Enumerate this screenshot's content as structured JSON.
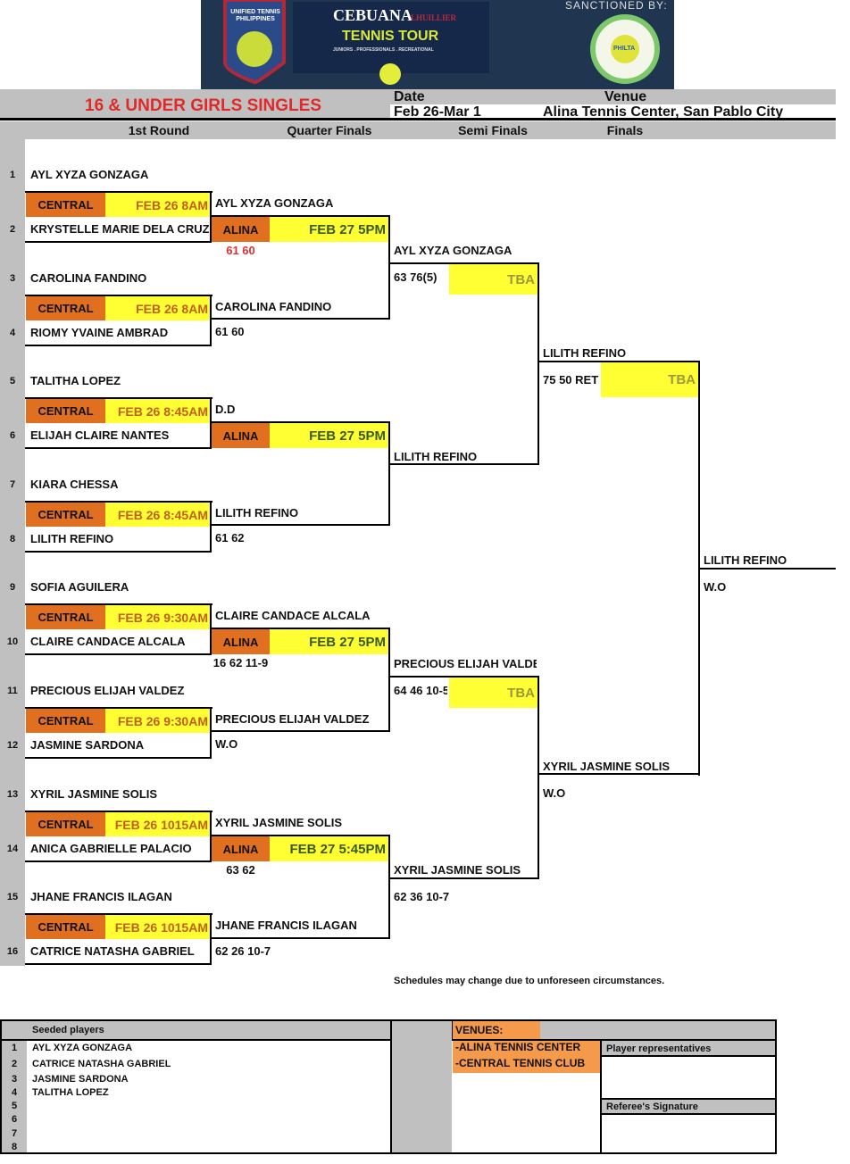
{
  "banner": {
    "left_logo_text": "UNIFIED TENNIS PHILIPPINES",
    "brand": "CEBUANA",
    "brand_sub": "LHUILLIER",
    "tour": "TENNIS TOUR",
    "tagline": "JUNIORS . PROFESSIONALS . RECREATIONAL",
    "sanctioned_by": "SANCTIONED BY:",
    "sanction_logo_text": "PHILTA"
  },
  "header": {
    "title": "16 & UNDER GIRLS SINGLES",
    "date_label": "Date",
    "date_value": "Feb 26-Mar 1",
    "venue_label": "Venue",
    "venue_value": "Alina Tennis Center, San Pablo City"
  },
  "rounds": [
    "1st Round",
    "Quarter Finals",
    "Semi Finals",
    "Finals"
  ],
  "round1": {
    "players": [
      {
        "seed": "1",
        "name": "AYL XYZA GONZAGA"
      },
      {
        "seed": "2",
        "name": "KRYSTELLE MARIE DELA CRUZ"
      },
      {
        "seed": "3",
        "name": "CAROLINA FANDINO"
      },
      {
        "seed": "4",
        "name": "RIOMY YVAINE AMBRAD"
      },
      {
        "seed": "5",
        "name": "TALITHA LOPEZ"
      },
      {
        "seed": "6",
        "name": "ELIJAH CLAIRE NANTES"
      },
      {
        "seed": "7",
        "name": "KIARA CHESSA"
      },
      {
        "seed": "8",
        "name": "LILITH REFINO"
      },
      {
        "seed": "9",
        "name": "SOFIA AGUILERA"
      },
      {
        "seed": "10",
        "name": "CLAIRE CANDACE ALCALA"
      },
      {
        "seed": "11",
        "name": "PRECIOUS ELIJAH VALDEZ"
      },
      {
        "seed": "12",
        "name": "JASMINE SARDONA"
      },
      {
        "seed": "13",
        "name": "XYRIL JASMINE SOLIS"
      },
      {
        "seed": "14",
        "name": "ANICA GABRIELLE PALACIO"
      },
      {
        "seed": "15",
        "name": "JHANE FRANCIS ILAGAN"
      },
      {
        "seed": "16",
        "name": "CATRICE NATASHA GABRIEL"
      }
    ],
    "schedules": [
      {
        "venue": "CENTRAL",
        "time": "FEB 26 8AM"
      },
      {
        "venue": "CENTRAL",
        "time": "FEB 26 8AM"
      },
      {
        "venue": "CENTRAL",
        "time": "FEB 26 8:45AM"
      },
      {
        "venue": "CENTRAL",
        "time": "FEB 26 8:45AM"
      },
      {
        "venue": "CENTRAL",
        "time": "FEB 26 9:30AM"
      },
      {
        "venue": "CENTRAL",
        "time": "FEB 26 9:30AM"
      },
      {
        "venue": "CENTRAL",
        "time": "FEB 26 1015AM"
      },
      {
        "venue": "CENTRAL",
        "time": "FEB 26 1015AM"
      }
    ]
  },
  "quarterfinals": {
    "players": [
      "AYL XYZA GONZAGA",
      "CAROLINA FANDINO",
      "D.D",
      "LILITH REFINO",
      "CLAIRE CANDACE ALCALA",
      "PRECIOUS ELIJAH VALDEZ",
      "XYRIL JASMINE SOLIS",
      "JHANE FRANCIS ILAGAN"
    ],
    "scores": [
      "61 60",
      "61 60",
      "",
      "61 62",
      "16 62 11-9",
      "W.O",
      "63 62",
      "62 26 10-7"
    ],
    "schedules": [
      {
        "venue": "ALINA",
        "time": "FEB 27 5PM"
      },
      {
        "venue": "ALINA",
        "time": "FEB 27 5PM"
      },
      {
        "venue": "ALINA",
        "time": "FEB 27 5PM"
      },
      {
        "venue": "ALINA",
        "time": "FEB 27 5:45PM"
      }
    ],
    "score_highlight_color": "#e03030"
  },
  "semifinals": {
    "players": [
      "AYL XYZA GONZAGA",
      "LILITH REFINO",
      "PRECIOUS ELIJAH VALDEZ",
      "XYRIL JASMINE SOLIS"
    ],
    "scores": [
      "63 76(5)",
      "",
      "64 46 10-5",
      "62 36 10-7"
    ],
    "schedules": [
      "TBA",
      "TBA"
    ]
  },
  "finals": {
    "players": [
      "LILITH REFINO",
      "XYRIL JASMINE SOLIS"
    ],
    "scores": [
      "75 50 RET",
      "W.O"
    ],
    "schedule": "TBA"
  },
  "champion": {
    "name": "LILITH REFINO",
    "score": "W.O"
  },
  "note": "Schedules may change due to unforeseen circumstances.",
  "seeded": {
    "header": "Seeded players",
    "rows": [
      {
        "num": "1",
        "name": "AYL XYZA GONZAGA"
      },
      {
        "num": "2",
        "name": "CATRICE NATASHA GABRIEL"
      },
      {
        "num": "3",
        "name": "JASMINE SARDONA"
      },
      {
        "num": "4",
        "name": "TALITHA LOPEZ"
      },
      {
        "num": "5",
        "name": ""
      },
      {
        "num": "6",
        "name": ""
      },
      {
        "num": "7",
        "name": ""
      },
      {
        "num": "8",
        "name": ""
      }
    ]
  },
  "venues": {
    "header": "VENUES:",
    "items": [
      "-ALINA TENNIS CENTER",
      "-CENTRAL TENNIS CLUB"
    ]
  },
  "player_reps_label": "Player representatives",
  "referee_label": "Referee's Signature",
  "colors": {
    "banner": "#20354f",
    "orange": "#e07020",
    "yellow": "#ffff33",
    "title": "#e02a2a",
    "venue_orange": "#f59a4a"
  }
}
